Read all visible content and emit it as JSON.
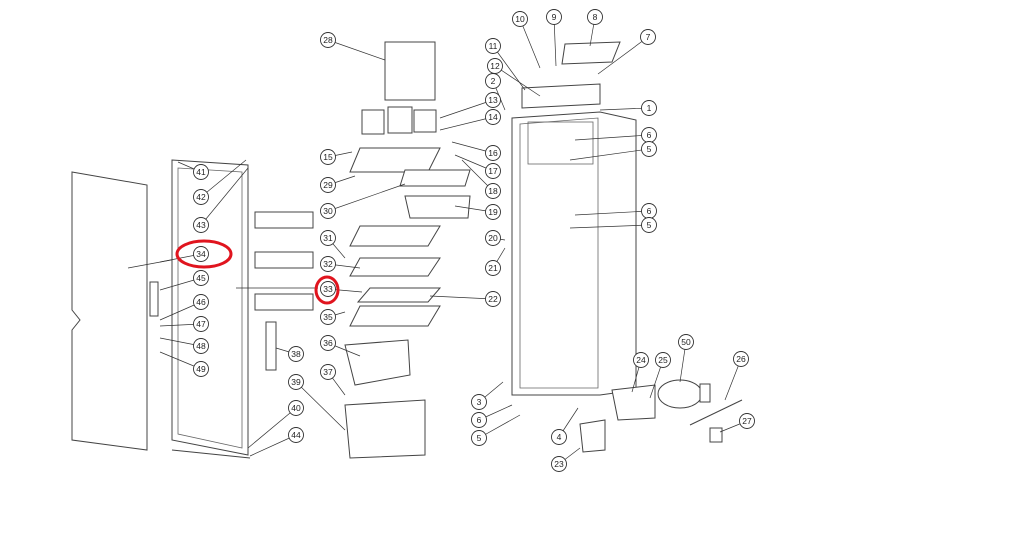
{
  "diagram": {
    "title": "Refrigerator exploded parts view",
    "highlight_color": "#e0141e",
    "highlighted_parts": [
      "34",
      "33"
    ],
    "callouts": [
      "28",
      "10",
      "9",
      "8",
      "7",
      "11",
      "12",
      "2",
      "13",
      "14",
      "1",
      "6",
      "5",
      "15",
      "16",
      "17",
      "18",
      "19",
      "6",
      "5",
      "29",
      "30",
      "31",
      "20",
      "21",
      "32",
      "33",
      "22",
      "35",
      "36",
      "37",
      "38",
      "39",
      "40",
      "44",
      "41",
      "42",
      "43",
      "34",
      "45",
      "46",
      "47",
      "48",
      "49",
      "3",
      "6",
      "5",
      "4",
      "23",
      "24",
      "25",
      "50",
      "26",
      "27"
    ]
  }
}
